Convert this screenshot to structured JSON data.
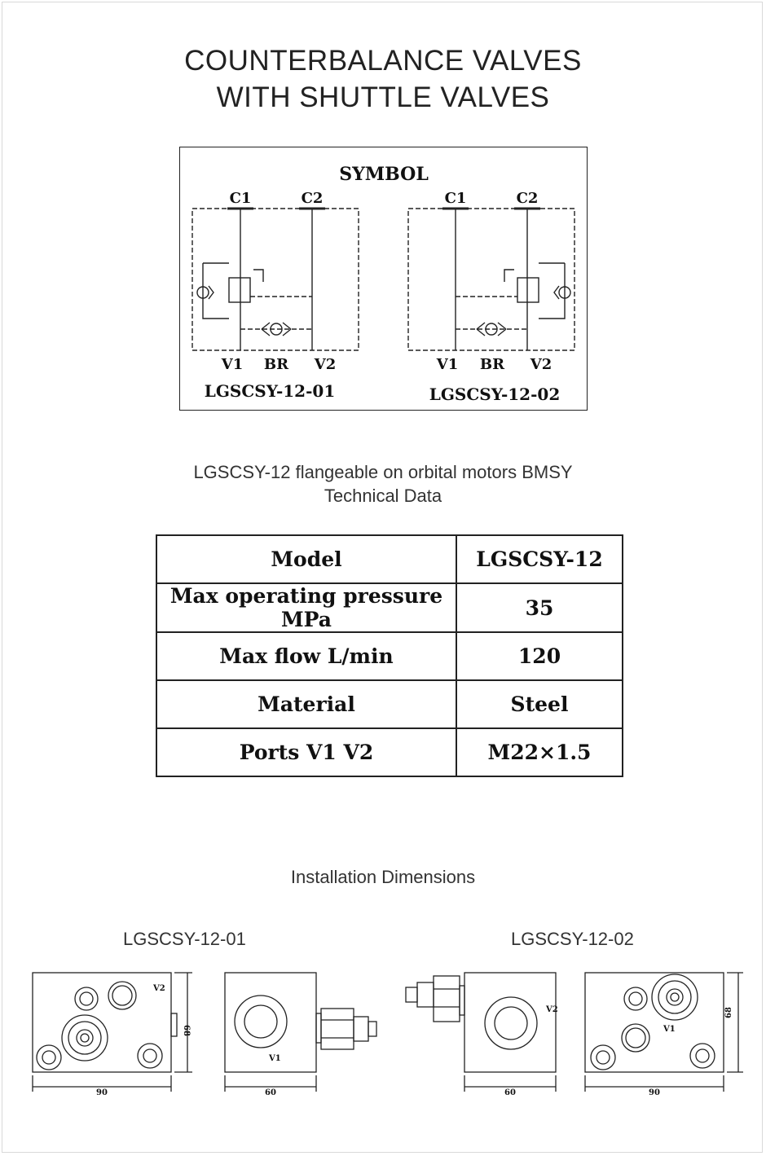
{
  "title": {
    "line1": "COUNTERBALANCE VALVES",
    "line2": "WITH SHUTTLE VALVES"
  },
  "symbol": {
    "heading": "SYMBOL",
    "left": {
      "port_c1": "C1",
      "port_c2": "C2",
      "port_v1": "V1",
      "port_br": "BR",
      "port_v2": "V2",
      "model": "LGSCSY-12-01"
    },
    "right": {
      "port_c1": "C1",
      "port_c2": "C2",
      "port_v1": "V1",
      "port_br": "BR",
      "port_v2": "V2",
      "model": "LGSCSY-12-02"
    }
  },
  "subtitle": {
    "line1": "LGSCSY-12 flangeable on orbital motors BMSY",
    "line2": "Technical Data"
  },
  "spec_table": {
    "rows": [
      {
        "key": "Model",
        "value": "LGSCSY-12"
      },
      {
        "key": "Max operating pressure MPa",
        "value": "35"
      },
      {
        "key": "Max flow L/min",
        "value": "120"
      },
      {
        "key": "Material",
        "value": "Steel"
      },
      {
        "key": "Ports V1 V2",
        "value": "M22×1.5"
      }
    ]
  },
  "installation": {
    "heading": "Installation Dimensions",
    "left_model": "LGSCSY-12-01",
    "right_model": "LGSCSY-12-02",
    "dims": {
      "d90_left": "90",
      "d68_left": "68",
      "d60_left": "60",
      "d60_right": "60",
      "d90_right": "90",
      "d68_right": "68",
      "v1_a": "V1",
      "v2_a": "V2",
      "v1_b": "V1",
      "v2_b": "V2"
    }
  }
}
